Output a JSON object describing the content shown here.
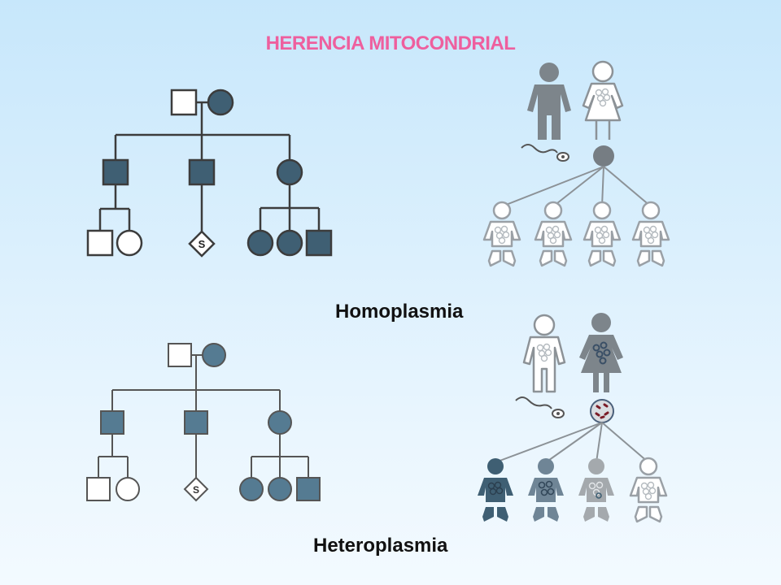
{
  "title": "HERENCIA MITOCONDRIAL",
  "labels": {
    "homoplasmia": "Homoplasmia",
    "heteroplasmia": "Heteroplasmia"
  },
  "pedigree": {
    "sibling_symbol": "S"
  },
  "colors": {
    "title": "#ee5f9e",
    "homo_affected": "#3f5f73",
    "hetero_affected": "#557b92",
    "figure_gray": "#7d858b",
    "outline": "#3c3c3c",
    "baby_outline": "#9aa0a6",
    "egg_hetero": "#7a1b26"
  },
  "icons": [
    "father-figure-icon",
    "mother-figure-icon",
    "sperm-icon",
    "egg-cell-icon",
    "baby-figure-icon",
    "mitochondria-icon"
  ]
}
